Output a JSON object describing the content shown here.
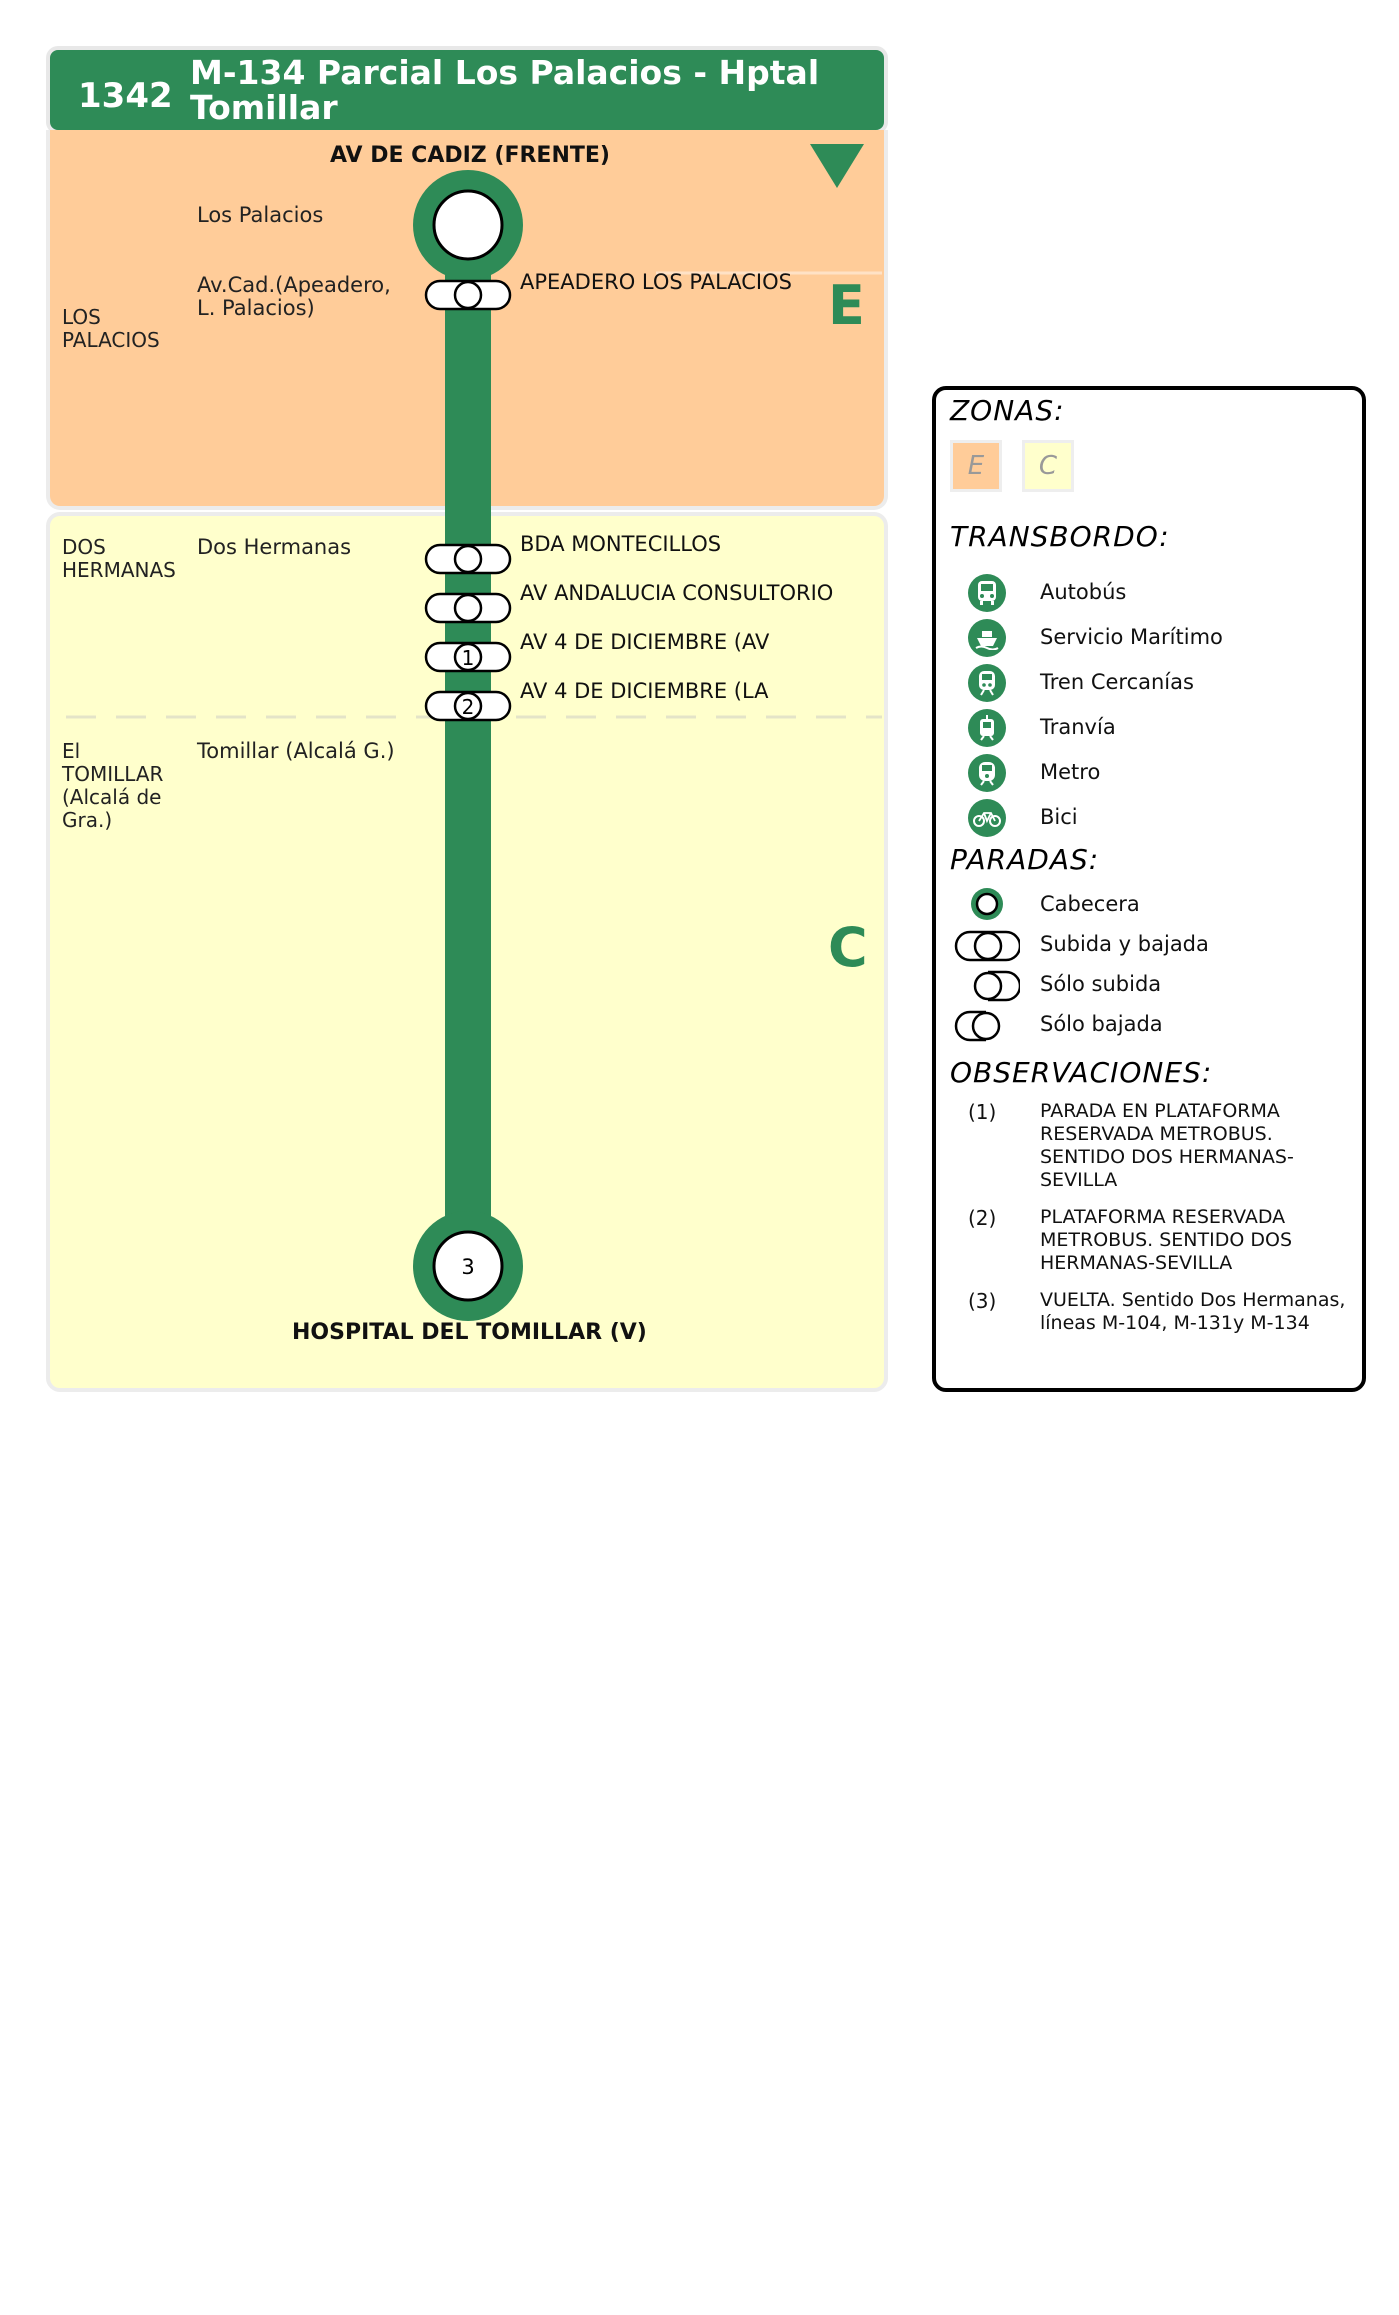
{
  "header": {
    "line_code": "1342",
    "line_name": "M-134 Parcial Los Palacios - Hptal Tomillar"
  },
  "zones": {
    "upper_letter": "E",
    "lower_letter": "C"
  },
  "route": {
    "origin": "AV DE CADIZ (FRENTE)",
    "destination": "HOSPITAL DEL TOMILLAR (V)",
    "destination_note_ref": "3",
    "municipalities": [
      {
        "name": "LOS PALACIOS"
      },
      {
        "name": "DOS HERMANAS"
      },
      {
        "name": "El TOMILLAR (Alcalá de Gra.)"
      }
    ],
    "localities": [
      {
        "name": "Los Palacios"
      },
      {
        "name": "Av.Cad.(Apeadero, L. Palacios)"
      },
      {
        "name": "Dos Hermanas"
      },
      {
        "name": "Tomillar (Alcalá G.)"
      }
    ],
    "stops": [
      {
        "name": "APEADERO LOS PALACIOS",
        "note": ""
      },
      {
        "name": "BDA MONTECILLOS",
        "note": ""
      },
      {
        "name": "AV ANDALUCIA CONSULTORIO",
        "note": ""
      },
      {
        "name": "AV 4 DE DICIEMBRE (AV",
        "note": "1"
      },
      {
        "name": "AV 4 DE DICIEMBRE (LA",
        "note": "2"
      }
    ]
  },
  "legend": {
    "zonas_title": "ZONAS:",
    "zone_e": "E",
    "zone_c": "C",
    "transbordo_title": "TRANSBORDO:",
    "transfer_modes": [
      {
        "label": "Autobús",
        "icon": "bus-icon"
      },
      {
        "label": "Servicio Marítimo",
        "icon": "ferry-icon"
      },
      {
        "label": "Tren Cercanías",
        "icon": "train-icon"
      },
      {
        "label": "Tranvía",
        "icon": "tram-icon"
      },
      {
        "label": "Metro",
        "icon": "metro-icon"
      },
      {
        "label": "Bici",
        "icon": "bicycle-icon"
      }
    ],
    "paradas_title": "PARADAS:",
    "stop_types": [
      {
        "label": "Cabecera"
      },
      {
        "label": "Subida y bajada"
      },
      {
        "label": "Sólo subida"
      },
      {
        "label": "Sólo bajada"
      }
    ],
    "observaciones_title": "OBSERVACIONES:",
    "observations": [
      {
        "num": "(1)",
        "text": "PARADA EN PLATAFORMA RESERVADA METROBUS. SENTIDO DOS HERMANAS-SEVILLA"
      },
      {
        "num": "(2)",
        "text": "PLATAFORMA RESERVADA METROBUS. SENTIDO DOS HERMANAS-SEVILLA"
      },
      {
        "num": "(3)",
        "text": "VUELTA. Sentido Dos Hermanas, líneas M-104, M-131y M-134"
      }
    ]
  },
  "colors": {
    "line_green": "#2e8b57",
    "zone_e": "#ffcc99",
    "zone_c": "#ffffcc"
  }
}
